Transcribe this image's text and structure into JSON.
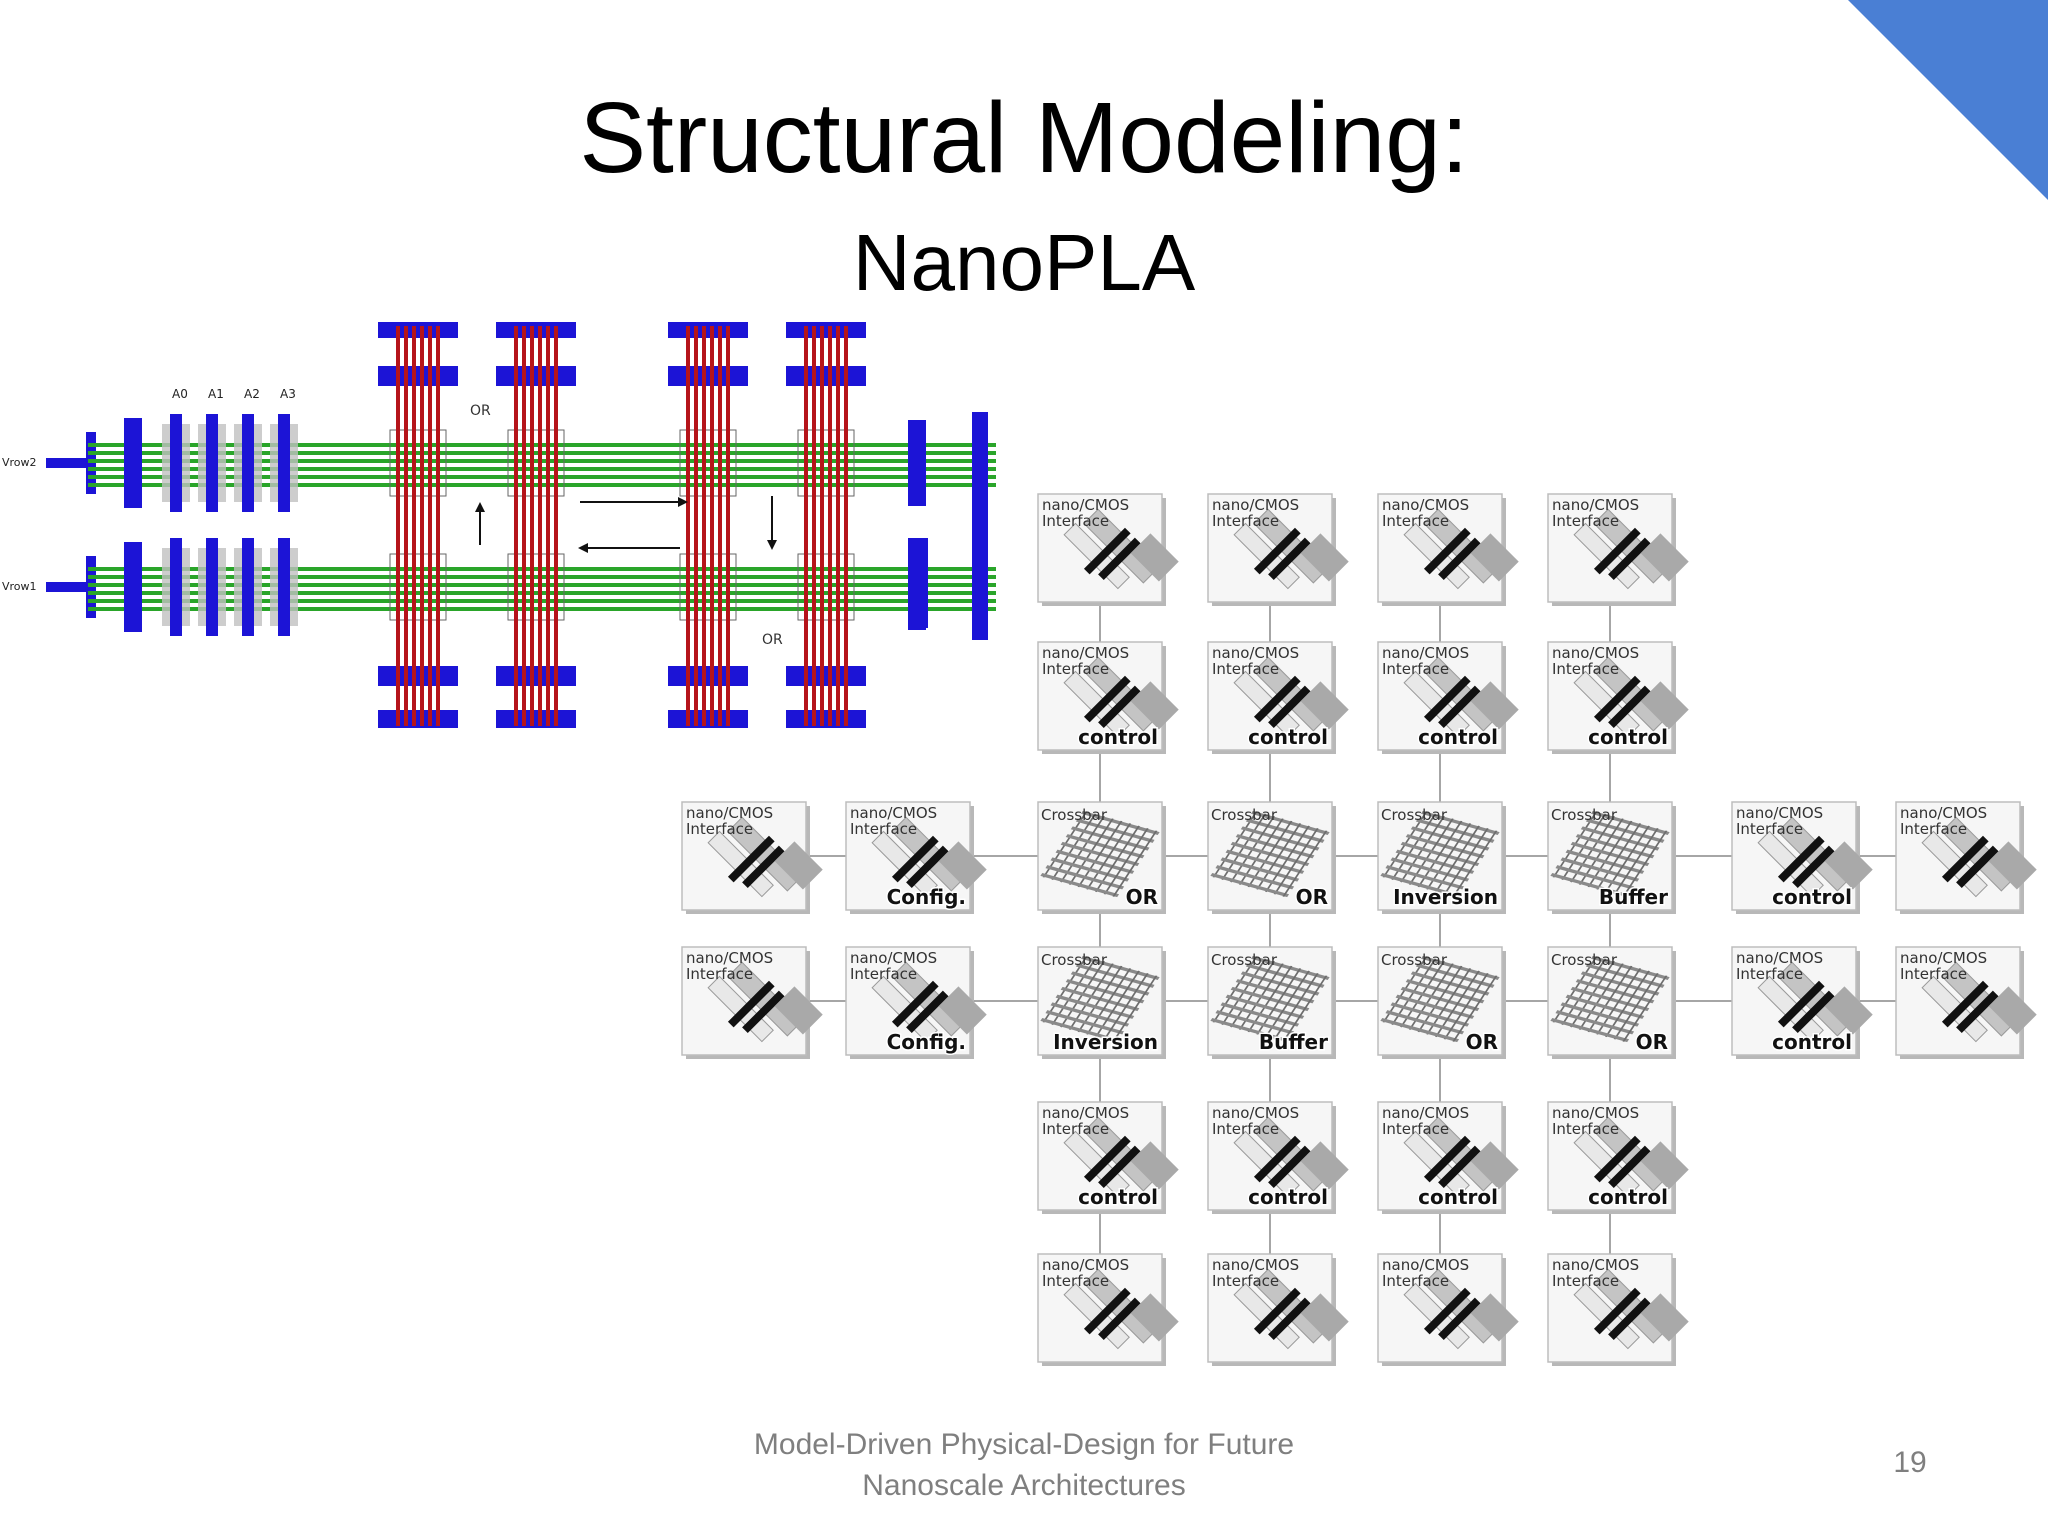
{
  "slide": {
    "title": "Structural Modeling:",
    "subtitle": "NanoPLA",
    "footer_line1": "Model-Driven Physical-Design for Future",
    "footer_line2": "Nanoscale Architectures",
    "page_number": "19",
    "accent_color": "#4a7fd4"
  },
  "layout_diagram": {
    "row_labels": [
      "Vrow2",
      "Vrow1"
    ],
    "input_labels": [
      "A0",
      "A1",
      "A2",
      "A3"
    ],
    "or_labels": [
      "OR",
      "OR"
    ],
    "colors": {
      "nanowire_horizontal": "#2aa52a",
      "nanowire_vertical": "#b5141a",
      "contact": "#1c14d6",
      "crosspoint": "#c0c0c0"
    }
  },
  "tile_grid": {
    "interface_title_line1": "nano/CMOS",
    "interface_title_line2": "Interface",
    "crossbar_title": "Crossbar",
    "rows": [
      [
        {
          "type": "interface",
          "label": ""
        },
        {
          "type": "interface",
          "label": ""
        },
        {
          "type": "interface",
          "label": ""
        },
        {
          "type": "interface",
          "label": ""
        }
      ],
      [
        {
          "type": "interface",
          "label": "control"
        },
        {
          "type": "interface",
          "label": "control"
        },
        {
          "type": "interface",
          "label": "control"
        },
        {
          "type": "interface",
          "label": "control"
        }
      ],
      [
        {
          "type": "interface",
          "label": ""
        },
        {
          "type": "interface",
          "label": "Config."
        },
        {
          "type": "crossbar",
          "label": "OR"
        },
        {
          "type": "crossbar",
          "label": "OR"
        },
        {
          "type": "crossbar",
          "label": "Inversion"
        },
        {
          "type": "crossbar",
          "label": "Buffer"
        },
        {
          "type": "interface",
          "label": "control"
        },
        {
          "type": "interface",
          "label": ""
        }
      ],
      [
        {
          "type": "interface",
          "label": ""
        },
        {
          "type": "interface",
          "label": "Config."
        },
        {
          "type": "crossbar",
          "label": "Inversion"
        },
        {
          "type": "crossbar",
          "label": "Buffer"
        },
        {
          "type": "crossbar",
          "label": "OR"
        },
        {
          "type": "crossbar",
          "label": "OR"
        },
        {
          "type": "interface",
          "label": "control"
        },
        {
          "type": "interface",
          "label": ""
        }
      ],
      [
        {
          "type": "interface",
          "label": "control"
        },
        {
          "type": "interface",
          "label": "control"
        },
        {
          "type": "interface",
          "label": "control"
        },
        {
          "type": "interface",
          "label": "control"
        }
      ],
      [
        {
          "type": "interface",
          "label": ""
        },
        {
          "type": "interface",
          "label": ""
        },
        {
          "type": "interface",
          "label": ""
        },
        {
          "type": "interface",
          "label": ""
        }
      ]
    ]
  }
}
